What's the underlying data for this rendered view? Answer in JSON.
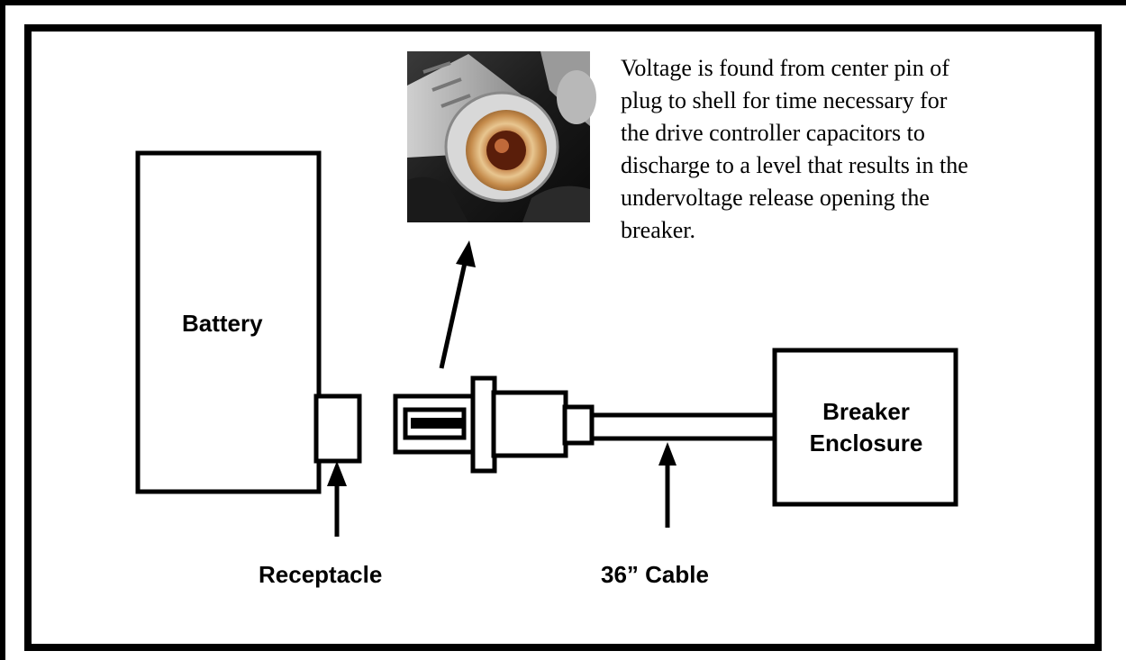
{
  "labels": {
    "battery": "Battery",
    "breaker_line1": "Breaker",
    "breaker_line2": "Enclosure",
    "receptacle": "Receptacle",
    "cable": "36” Cable"
  },
  "note": {
    "lines": [
      "Voltage is found from center pin of",
      "plug to shell for time necessary for",
      "the drive controller capacitors to",
      "discharge to a level that results in the",
      "undervoltage release opening the",
      "breaker."
    ]
  },
  "photo": {
    "subject": "plug-photo-icon"
  },
  "colors": {
    "line": "#000000",
    "background": "#ffffff"
  }
}
